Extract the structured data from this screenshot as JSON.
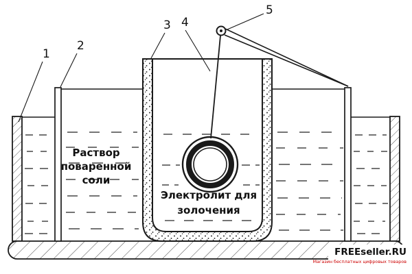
{
  "diagram": {
    "callouts": [
      "1",
      "2",
      "3",
      "4",
      "5"
    ],
    "salt_label": {
      "line1": "Раствор",
      "line2": "поваренной",
      "line3": "соли"
    },
    "electrolyte_label": {
      "line1": "Электролит для",
      "line2": "золочения"
    },
    "watermark": {
      "brand": "FREEseller.RU",
      "caption": "Магазин бесплатных цифровых товаров"
    },
    "colors": {
      "ink": "#1a1a1a",
      "watermark_caption": "#cc0000",
      "background": "#ffffff"
    }
  }
}
